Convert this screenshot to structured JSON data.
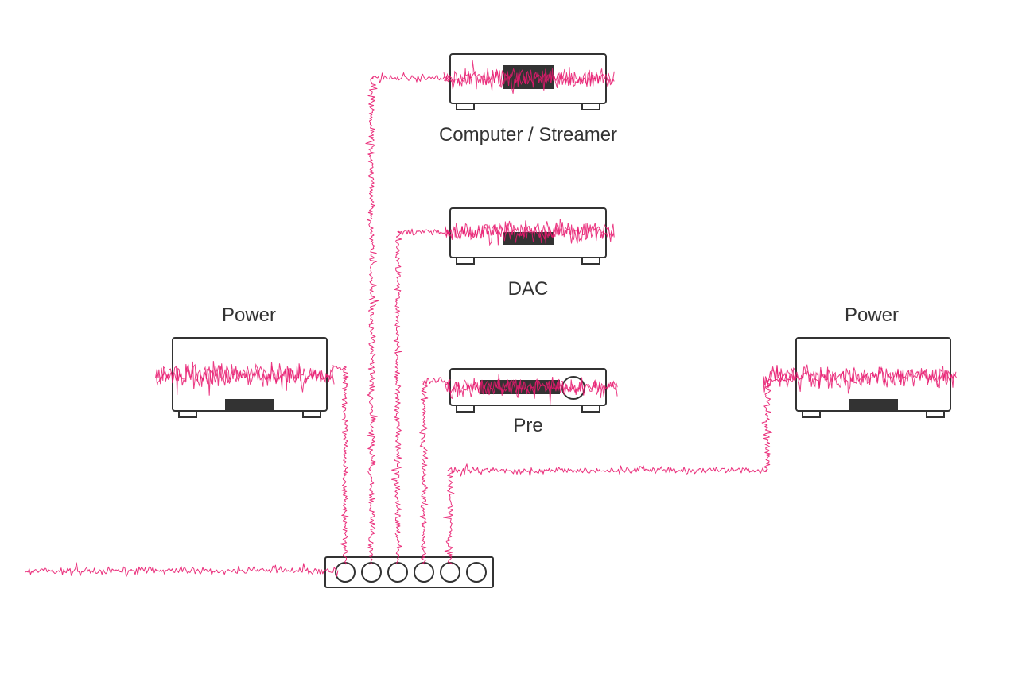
{
  "diagram": {
    "labels": {
      "computer_streamer": "Computer / Streamer",
      "dac": "DAC",
      "pre": "Pre",
      "power_left": "Power",
      "power_right": "Power"
    },
    "colors": {
      "noise": "#e8196e",
      "outline": "#333333",
      "display": "#333333",
      "background": "#ffffff"
    },
    "devices": [
      "computer-streamer",
      "dac",
      "pre",
      "power-left",
      "power-right"
    ],
    "power_strip": {
      "outlets": 6,
      "connected_outlets": 5
    }
  }
}
